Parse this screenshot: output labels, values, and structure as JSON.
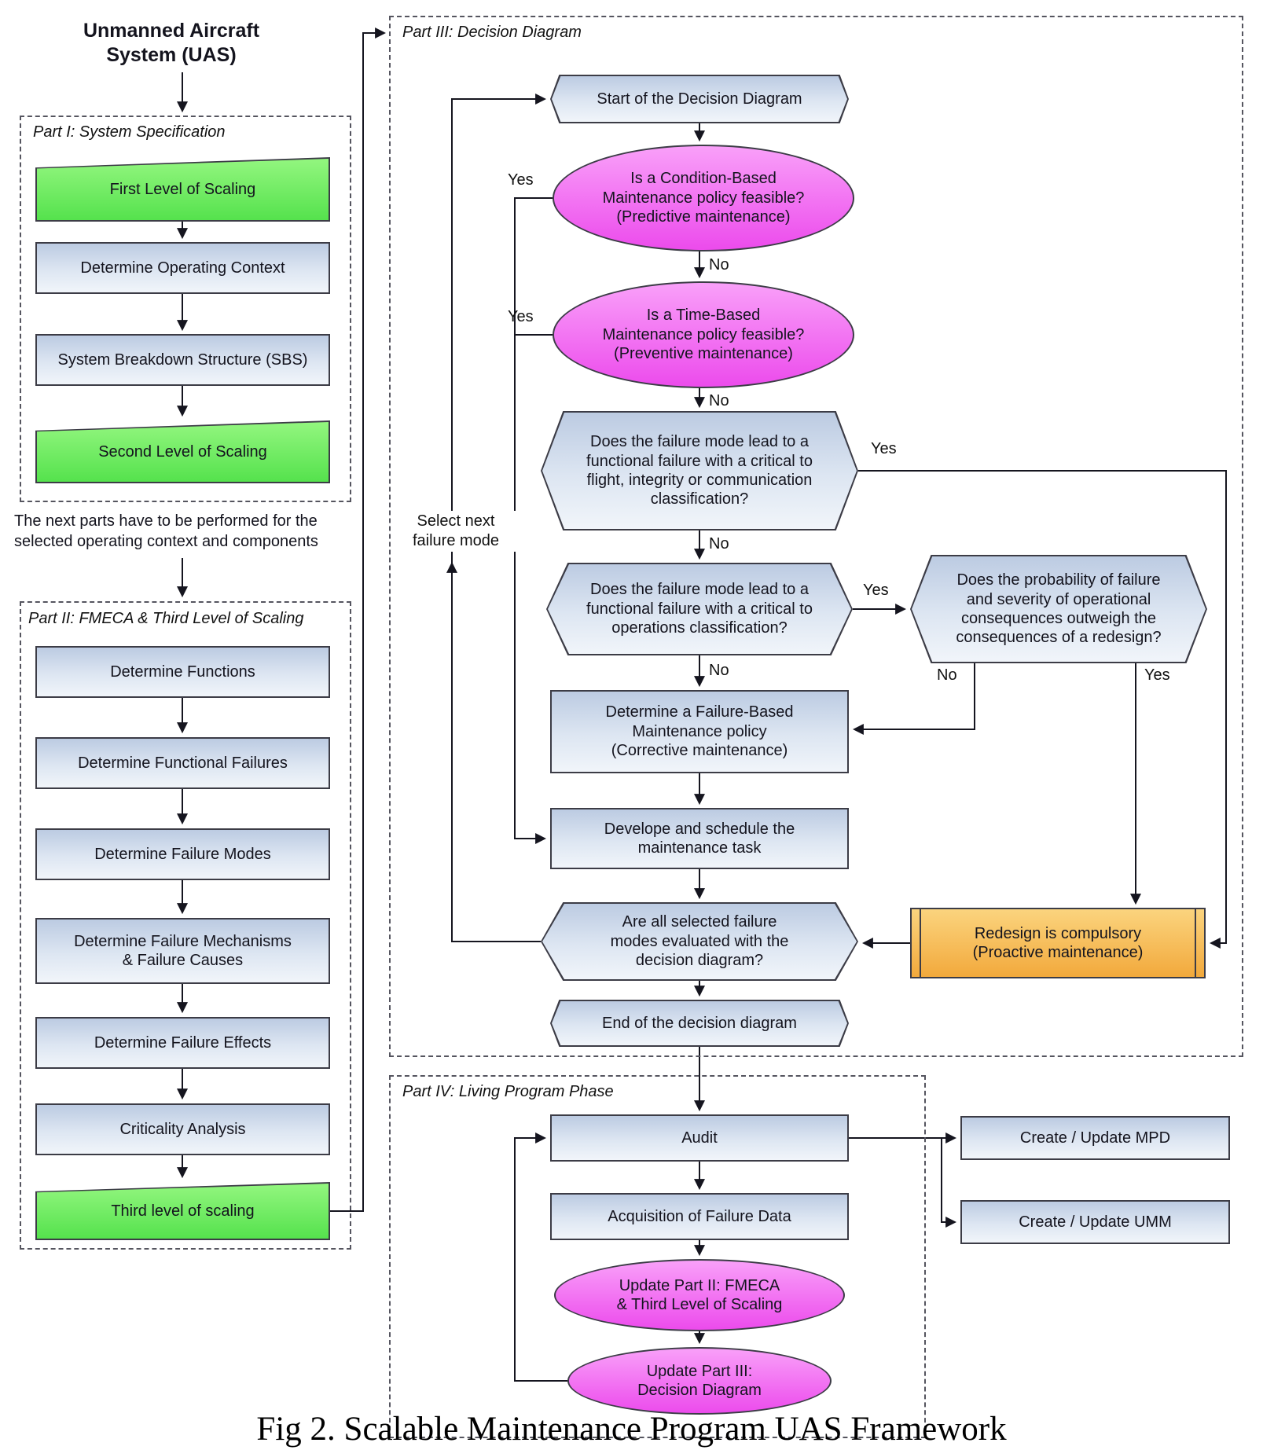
{
  "title": "Unmanned Aircraft\nSystem (UAS)",
  "note": "The next parts have to be performed for the\nselected operating context and components",
  "caption": "Fig 2. Scalable Maintenance Program UAS Framework",
  "labels": {
    "yes": "Yes",
    "no": "No",
    "select_next": "Select next\nfailure mode"
  },
  "colors": {
    "process_blue": "#cdd9ec",
    "scaling_green": "#66ef63",
    "question_magenta": "#f06ef0",
    "redesign_orange": "#f6b73c"
  },
  "part1": {
    "label": "Part I: System Specification",
    "first_scaling": "First Level of Scaling",
    "operating_context": "Determine Operating Context",
    "sbs": "System Breakdown Structure (SBS)",
    "second_scaling": "Second Level of Scaling"
  },
  "part2": {
    "label": "Part II: FMECA & Third Level of Scaling",
    "functions": "Determine Functions",
    "functional_failures": "Determine Functional Failures",
    "failure_modes": "Determine Failure Modes",
    "failure_mechanisms": "Determine Failure Mechanisms\n& Failure Causes",
    "failure_effects": "Determine Failure Effects",
    "criticality": "Criticality Analysis",
    "third_scaling": "Third level of scaling"
  },
  "part3": {
    "label": "Part III: Decision Diagram",
    "start": "Start of the Decision Diagram",
    "cbm": "Is a Condition-Based\nMaintenance policy feasible?\n(Predictive maintenance)",
    "tbm": "Is a Time-Based\nMaintenance policy feasible?\n(Preventive maintenance)",
    "flight_critical": "Does the failure mode lead to a\nfunctional failure with a critical to\nflight, integrity or communication\nclassification?",
    "operations_critical": "Does the failure mode lead to a\nfunctional failure with a critical to\noperations classification?",
    "redesign_tradeoff": "Does the probability of failure\nand severity of operational\nconsequences outweigh the\nconsequences of a redesign?",
    "fbm": "Determine a Failure-Based\nMaintenance policy\n(Corrective maintenance)",
    "develop_schedule": "Develope and schedule the\nmaintenance task",
    "all_evaluated": "Are all selected failure\nmodes evaluated with the\ndecision diagram?",
    "redesign": "Redesign is compulsory\n(Proactive maintenance)",
    "end": "End of the decision diagram"
  },
  "part4": {
    "label": "Part IV: Living Program Phase",
    "audit": "Audit",
    "acquisition": "Acquisition of Failure Data",
    "update_part2": "Update Part II: FMECA\n& Third Level of Scaling",
    "update_part3": "Update Part III:\nDecision Diagram",
    "mpd": "Create / Update MPD",
    "umm": "Create / Update UMM"
  }
}
